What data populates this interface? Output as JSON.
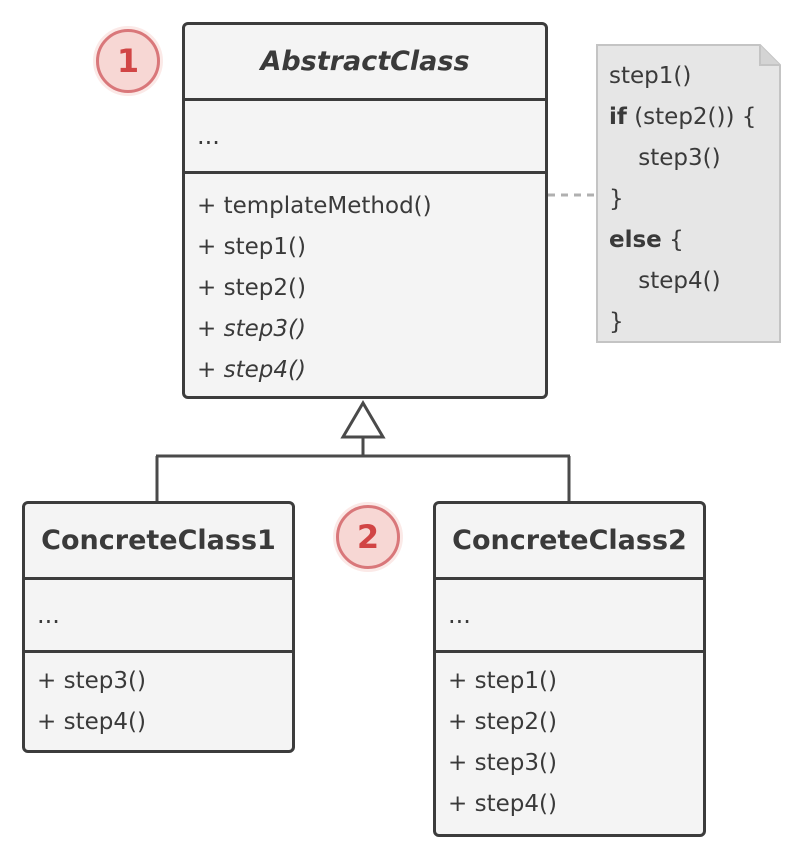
{
  "abstract_class": {
    "name": "AbstractClass",
    "fields": "...",
    "methods": [
      {
        "text": "+ templateMethod()",
        "italic": false
      },
      {
        "text": "+ step1()",
        "italic": false
      },
      {
        "text": "+ step2()",
        "italic": false
      },
      {
        "text": "+ step3()",
        "italic": true
      },
      {
        "text": "+ step4()",
        "italic": true
      }
    ]
  },
  "concrete_class_1": {
    "name": "ConcreteClass1",
    "fields": "...",
    "methods": [
      "+ step3()",
      "+ step4()"
    ]
  },
  "concrete_class_2": {
    "name": "ConcreteClass2",
    "fields": "...",
    "methods": [
      "+ step1()",
      "+ step2()",
      "+ step3()",
      "+ step4()"
    ]
  },
  "markers": [
    "1",
    "2"
  ],
  "note": {
    "line1": "step1()",
    "line2_kw": "if",
    "line2_rest": " (step2()) {",
    "line3": "    step3()",
    "line4": "}",
    "line5_kw": "else",
    "line5_rest": " {",
    "line6": "    step4()",
    "line7": "}"
  },
  "colors": {
    "box_fill": "#f4f4f4",
    "box_border": "#3c3c3c",
    "note_fill": "#e6e6e6",
    "marker_fill": "#f7d7d4",
    "marker_text": "#d14545"
  }
}
